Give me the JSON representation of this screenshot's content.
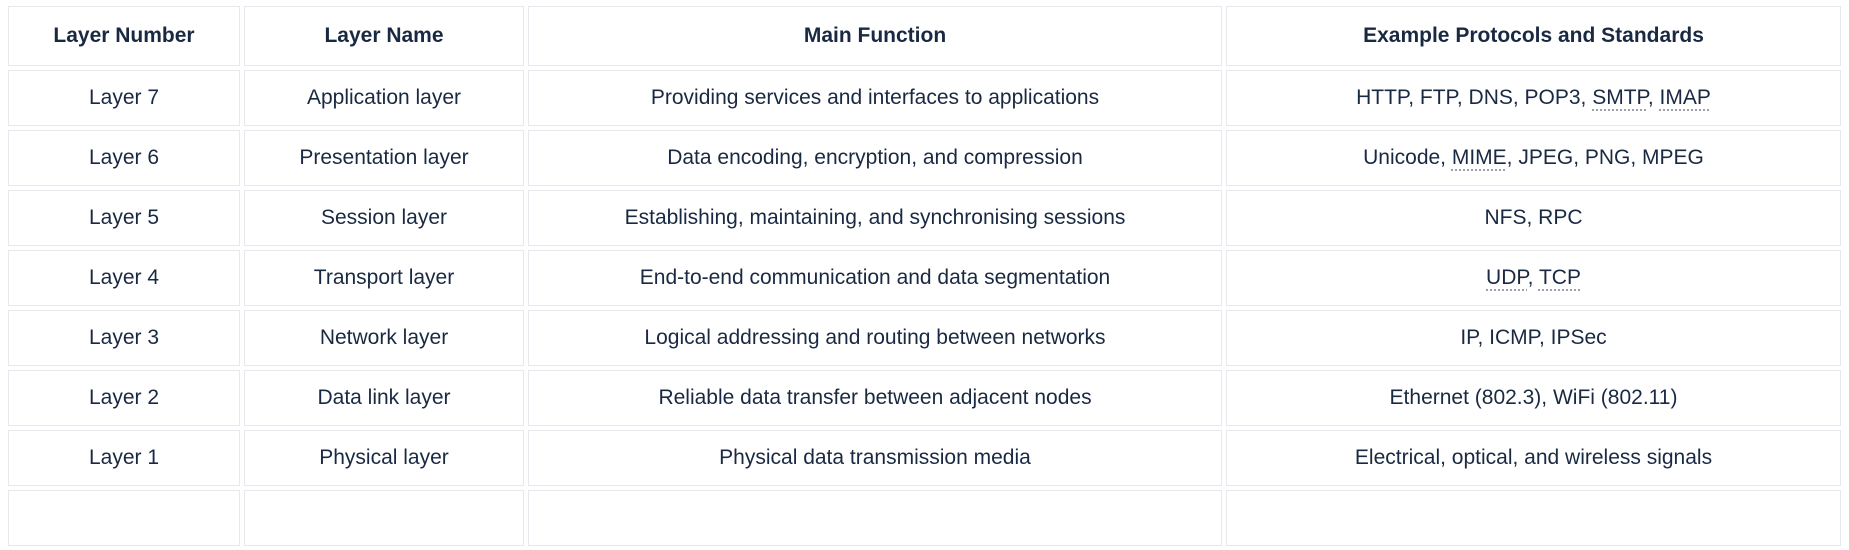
{
  "colors": {
    "text": "#1a2942",
    "cell_border": "#e7e7ee",
    "dotted_underline": "#9aa1ac",
    "background": "#ffffff"
  },
  "table": {
    "columns": [
      {
        "label": "Layer Number"
      },
      {
        "label": "Layer Name"
      },
      {
        "label": "Main Function"
      },
      {
        "label": "Example Protocols and Standards"
      }
    ],
    "rows": [
      {
        "layer_number": "Layer 7",
        "layer_name": "Application layer",
        "main_function": "Providing services and interfaces to applications",
        "protocols": [
          {
            "text": "HTTP, FTP, DNS, POP3, "
          },
          {
            "text": "SMTP",
            "dotted": true
          },
          {
            "text": ", "
          },
          {
            "text": "IMAP",
            "dotted": true
          }
        ]
      },
      {
        "layer_number": "Layer 6",
        "layer_name": "Presentation layer",
        "main_function": "Data encoding, encryption, and compression",
        "protocols": [
          {
            "text": "Unicode, "
          },
          {
            "text": "MIME",
            "dotted": true
          },
          {
            "text": ", JPEG, PNG, MPEG"
          }
        ]
      },
      {
        "layer_number": "Layer 5",
        "layer_name": "Session layer",
        "main_function": "Establishing, maintaining, and synchronising sessions",
        "protocols": [
          {
            "text": "NFS, RPC"
          }
        ]
      },
      {
        "layer_number": "Layer 4",
        "layer_name": "Transport layer",
        "main_function": "End-to-end communication and data segmentation",
        "protocols": [
          {
            "text": "UDP",
            "dotted": true
          },
          {
            "text": ", "
          },
          {
            "text": "TCP",
            "dotted": true
          }
        ]
      },
      {
        "layer_number": "Layer 3",
        "layer_name": "Network layer",
        "main_function": "Logical addressing and routing between networks",
        "protocols": [
          {
            "text": "IP, ICMP, IPSec"
          }
        ]
      },
      {
        "layer_number": "Layer 2",
        "layer_name": "Data link layer",
        "main_function": "Reliable data transfer between adjacent nodes",
        "protocols": [
          {
            "text": "Ethernet (802.3), WiFi (802.11)"
          }
        ]
      },
      {
        "layer_number": "Layer 1",
        "layer_name": "Physical layer",
        "main_function": "Physical data transmission media",
        "protocols": [
          {
            "text": "Electrical, optical, and wireless signals"
          }
        ]
      }
    ]
  }
}
